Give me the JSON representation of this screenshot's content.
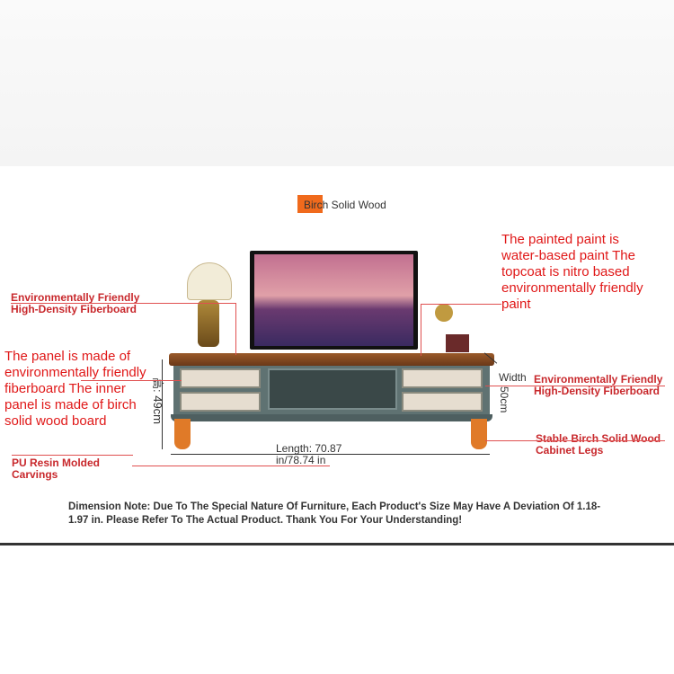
{
  "top_badge": {
    "label": "Birch Solid Wood",
    "color": "#f06a1c"
  },
  "callouts": {
    "paint": "The painted paint is water-based paint The topcoat is nitro based environmentally friendly paint",
    "fiberboard_left": "Environmentally Friendly High-Density Fiberboard",
    "panel": "The panel is made of environmentally friendly fiberboard The inner panel is made of birch solid wood board",
    "pu_resin": "PU Resin Molded Carvings",
    "fiberboard_right": "Environmentally Friendly High-Density Fiberboard",
    "legs": "Stable Birch Solid Wood Cabinet Legs"
  },
  "dimensions": {
    "height": "高: 49cm",
    "width_label": "Width",
    "width_value": "50cm",
    "length": "Length: 70.87 in/78.74 in"
  },
  "note": "Dimension Note: Due To The Special Nature Of Furniture, Each Product's Size May Have A Deviation Of 1.18-1.97 in. Please Refer To The Actual Product. Thank You For Your Understanding!",
  "colors": {
    "callout_red": "#e01818",
    "cabinet": "#5f7272",
    "legs": "#e07a28"
  }
}
